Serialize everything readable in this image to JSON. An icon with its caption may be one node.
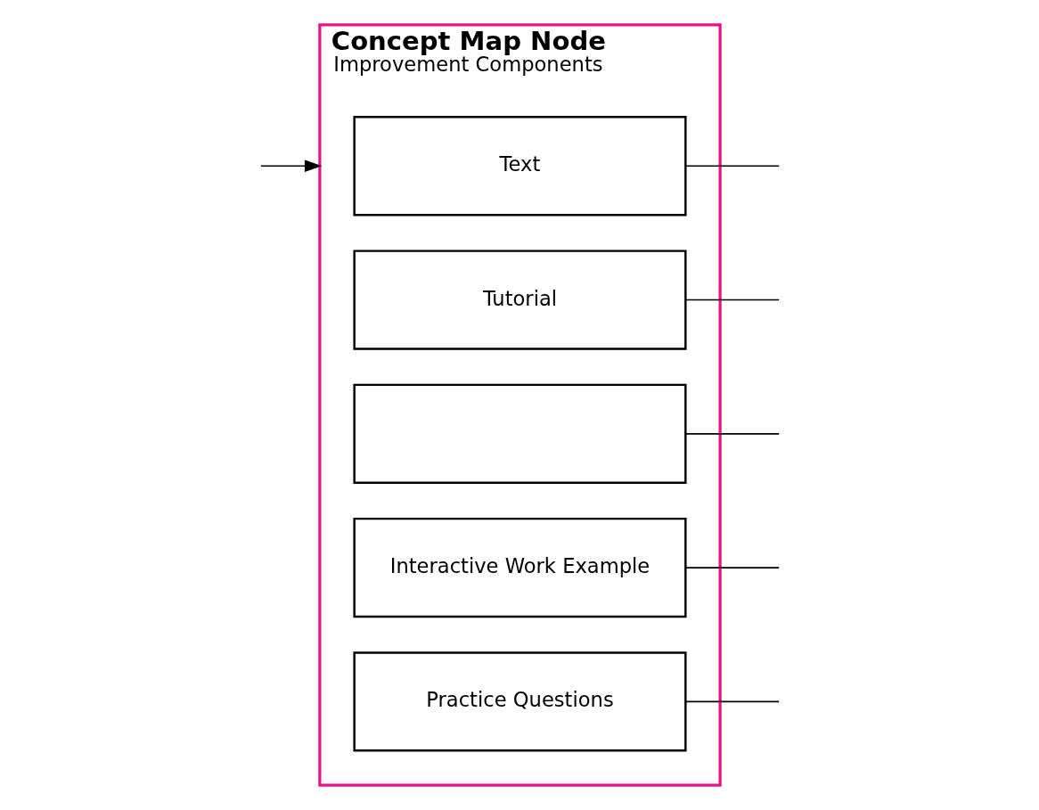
{
  "diagram": {
    "nodes": [
      {
        "text": [
          "Concept Map Node",
          "Improvement Components"
        ]
      },
      {
        "text": [
          "Text"
        ],
        "in": 0
      },
      {
        "text": [
          "Tutorial"
        ],
        "in": 0
      },
      {
        "text": [],
        "shape": "box",
        "in": 0
      },
      {
        "text": [
          "Interactive Work Example"
        ],
        "in": 0
      },
      {
        "text": [
          "Practice Questions"
        ],
        "in": 0
      }
    ],
    "edges": [
      {
        "from": null,
        "to": 0,
        "arrow": "to"
      },
      {
        "from": 1,
        "to": null,
        "arrow": "none"
      },
      {
        "from": 2,
        "to": null,
        "arrow": "none"
      },
      {
        "from": 3,
        "to": null,
        "arrow": "none"
      },
      {
        "from": 4,
        "to": null,
        "arrow": "none"
      },
      {
        "from": 5,
        "to": null,
        "arrow": "none"
      }
    ]
  }
}
